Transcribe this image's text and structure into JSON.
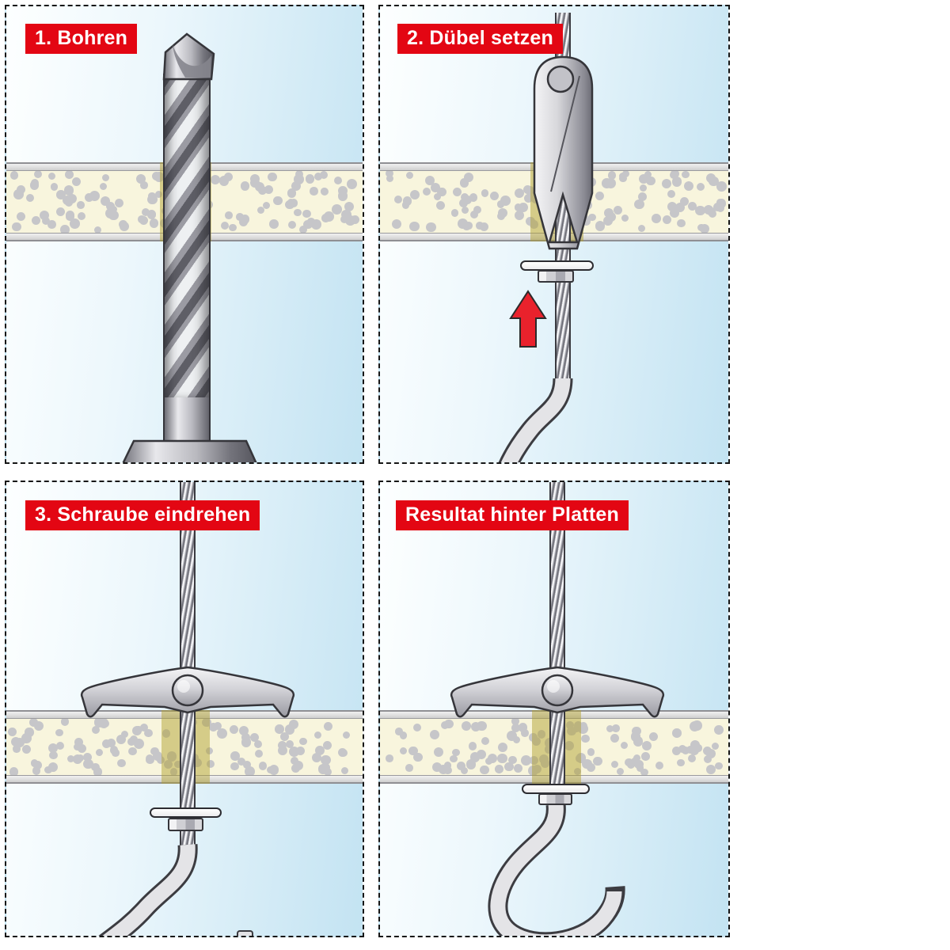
{
  "diagram_title": "",
  "colors": {
    "label_bg": "#e30613",
    "label_text": "#ffffff",
    "arrow_red": "#e9222c",
    "panel_blue": "#c3e3f2",
    "board_fill": "#f8f5dd",
    "board_dots": "#c6c6c9",
    "drill_hole_overlay": "#b09f2c",
    "metal_light": "#eef0f2",
    "metal_dark": "#5f5f68"
  },
  "panels": [
    {
      "id": "step-1",
      "label": "1. Bohren",
      "illustration": "drill-bit-icon"
    },
    {
      "id": "step-2",
      "label": "2. Dübel setzen",
      "illustration": "toggle-anchor-folded-icon",
      "arrow": "up-arrow-icon"
    },
    {
      "id": "step-3",
      "label": "3. Schraube eindrehen",
      "illustration": "toggle-anchor-open-hook-icon"
    },
    {
      "id": "result",
      "label": "Resultat hinter Platten",
      "illustration": "installed-ceiling-hook-icon"
    }
  ]
}
